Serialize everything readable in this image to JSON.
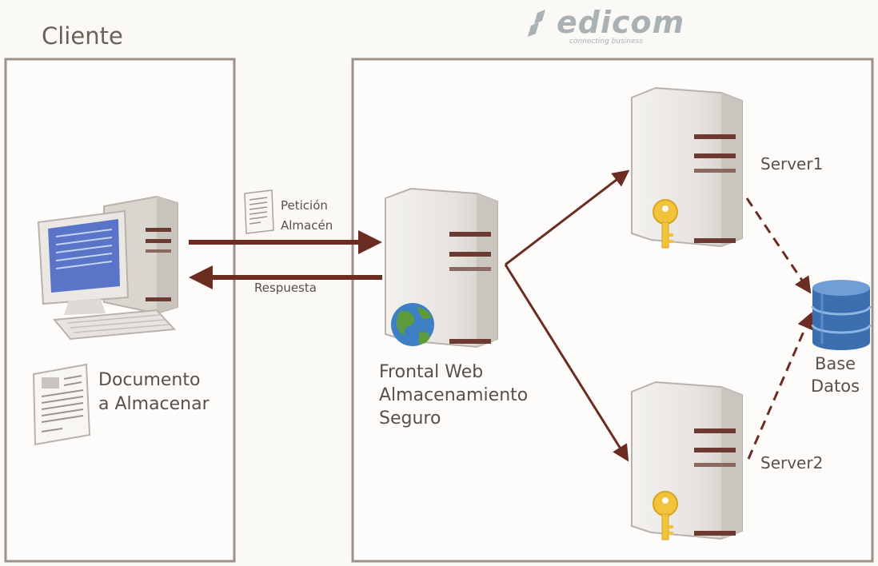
{
  "logo": {
    "name": "edicom",
    "tagline": "connecting business"
  },
  "client_panel": {
    "title": "Cliente",
    "document_label": "Documento\na Almacenar"
  },
  "messages": {
    "request": "Petición\nAlmacén",
    "response": "Respuesta"
  },
  "frontal_server": {
    "label": "Frontal Web\nAlmacenamiento\nSeguro"
  },
  "servers": [
    {
      "label": "Server1"
    },
    {
      "label": "Server2"
    }
  ],
  "database": {
    "label": "Base\nDatos"
  },
  "colors": {
    "arrow": "#6b2c22",
    "border": "#9e9288",
    "key": "#f2c43c",
    "database": "#3b6fb0"
  }
}
